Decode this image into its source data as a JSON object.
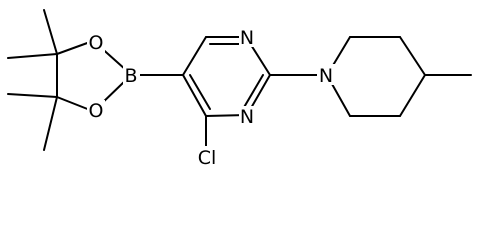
{
  "molecule": {
    "atoms": {
      "n1": "N",
      "n3": "N",
      "cl": "Cl",
      "b": "B",
      "o1": "O",
      "o2": "O",
      "n_pip": "N"
    },
    "colors": {
      "bond": "#000000",
      "text": "#000000",
      "background": "#ffffff"
    }
  }
}
